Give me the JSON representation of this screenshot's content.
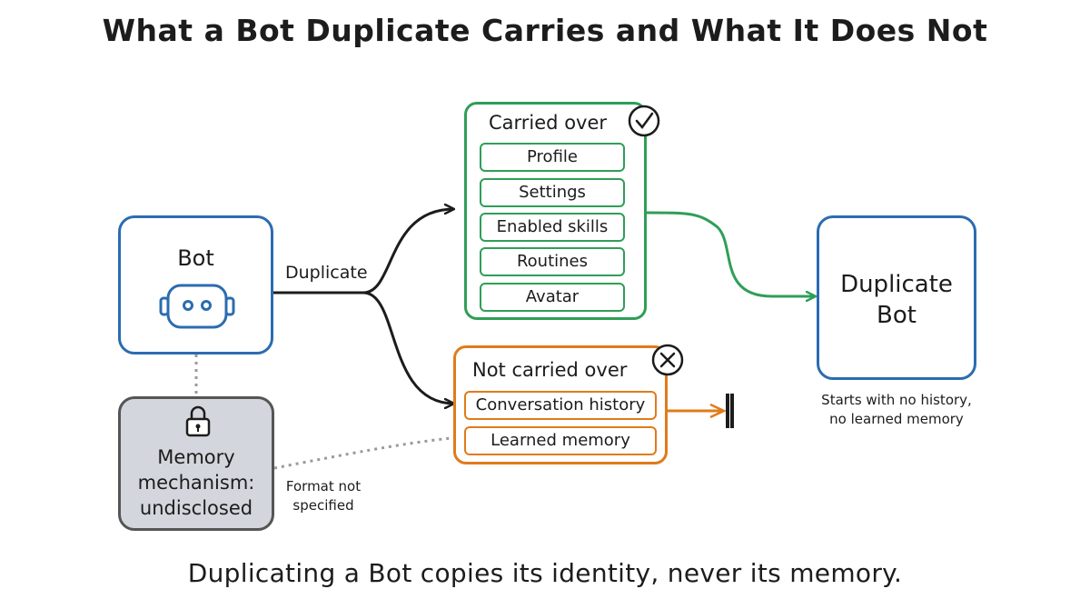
{
  "title": "What a Bot Duplicate Carries and What It Does Not",
  "caption": "Duplicating a Bot copies its identity, never its memory.",
  "nodes": {
    "bot": {
      "label": "Bot",
      "icon": "robot-face-icon"
    },
    "memory": {
      "line1": "Memory",
      "line2": "mechanism:",
      "line3": "undisclosed",
      "icon": "padlock-icon"
    },
    "duplicate": {
      "line1": "Duplicate",
      "line2": "Bot"
    }
  },
  "edges": {
    "duplicate_label": "Duplicate"
  },
  "carried": {
    "heading": "Carried over",
    "icon": "check-circle-icon",
    "items": [
      "Profile",
      "Settings",
      "Enabled skills",
      "Routines",
      "Avatar"
    ]
  },
  "not_carried": {
    "heading": "Not carried over",
    "icon": "x-circle-icon",
    "items": [
      "Conversation history",
      "Learned memory"
    ]
  },
  "notes": {
    "duplicate_note_line1": "Starts with no history,",
    "duplicate_note_line2": "no learned memory",
    "format_line1": "Format not",
    "format_line2": "specified"
  },
  "colors": {
    "bot_border": "#2b6cb0",
    "carried": "#2f9e57",
    "not_carried": "#e07b1a",
    "memory_fill": "#d3d6dc"
  }
}
